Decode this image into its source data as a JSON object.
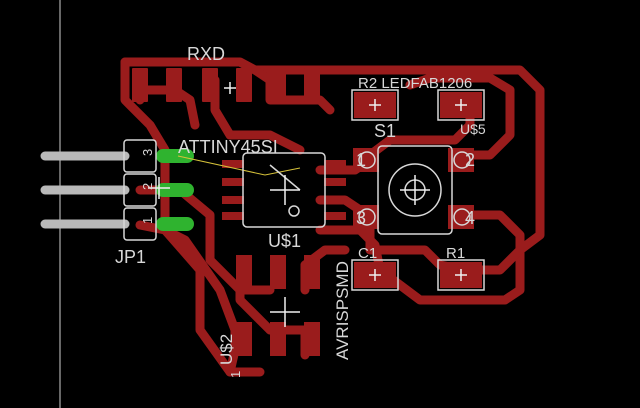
{
  "view": {
    "background": "#000000",
    "copper": "#9a1c1c",
    "silk": "#d8d8d8",
    "pad_highlight": "#2fb32f",
    "origin_line": "#cfcfcf"
  },
  "labels": {
    "rxd": "RXD",
    "r2_ledfab": "R2 LEDFAB1206",
    "u5": "U$5",
    "s1": "S1",
    "attiny": "ATTINY45SI",
    "u1": "U$1",
    "jp1": "JP1",
    "pin_j3": "3",
    "pin_j2": "2",
    "pin_j1": "1",
    "sw_1": "1",
    "sw_2": "2",
    "sw_3": "3",
    "sw_4": "4",
    "c1": "C1",
    "r1": "R1",
    "avrispsmd": "AVRISPSMD",
    "u2": "U$2",
    "u2_pin1": "1"
  }
}
